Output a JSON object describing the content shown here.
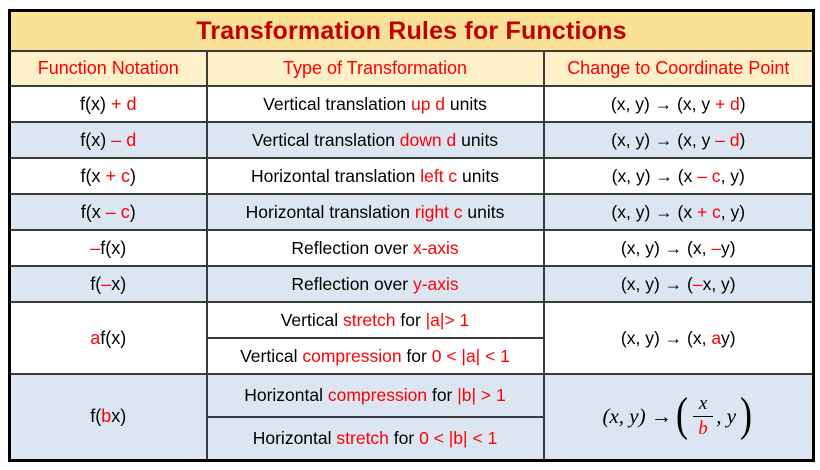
{
  "title": "Transformation Rules for Functions",
  "columns": [
    "Function Notation",
    "Type of Transformation",
    "Change to Coordinate Point"
  ],
  "colors": {
    "title_text": "#C00000",
    "header_text": "#FF0000",
    "accent_red": "#FF0000",
    "title_bg": "#FBE098",
    "header_bg": "#FEF0C9",
    "row_blue": "#DCE6F2",
    "row_white": "#FFFFFF",
    "grid_border": "#3B3B3B",
    "outer_border": "#000000"
  },
  "rows": [
    {
      "shade": "white",
      "notation": [
        {
          "t": "f(x) "
        },
        {
          "t": "+ d",
          "red": true
        }
      ],
      "transformations": [
        [
          {
            "t": "Vertical translation "
          },
          {
            "t": "up d",
            "red": true
          },
          {
            "t": " units"
          }
        ]
      ],
      "coordinate": [
        {
          "t": "(x, y) → (x, y "
        },
        {
          "t": "+ d",
          "red": true
        },
        {
          "t": ")"
        }
      ]
    },
    {
      "shade": "blue",
      "notation": [
        {
          "t": "f(x) "
        },
        {
          "t": "– d",
          "red": true
        }
      ],
      "transformations": [
        [
          {
            "t": "Vertical translation "
          },
          {
            "t": "down d",
            "red": true
          },
          {
            "t": " units"
          }
        ]
      ],
      "coordinate": [
        {
          "t": "(x, y) → (x, y "
        },
        {
          "t": "– d",
          "red": true
        },
        {
          "t": ")"
        }
      ]
    },
    {
      "shade": "white",
      "notation": [
        {
          "t": "f(x "
        },
        {
          "t": "+ c",
          "red": true
        },
        {
          "t": ")"
        }
      ],
      "transformations": [
        [
          {
            "t": "Horizontal translation "
          },
          {
            "t": "left c",
            "red": true
          },
          {
            "t": " units"
          }
        ]
      ],
      "coordinate": [
        {
          "t": "(x, y) → (x "
        },
        {
          "t": "– c",
          "red": true
        },
        {
          "t": ", y)"
        }
      ]
    },
    {
      "shade": "blue",
      "notation": [
        {
          "t": "f(x "
        },
        {
          "t": "– c",
          "red": true
        },
        {
          "t": ")"
        }
      ],
      "transformations": [
        [
          {
            "t": "Horizontal translation "
          },
          {
            "t": "right c",
            "red": true
          },
          {
            "t": " units"
          }
        ]
      ],
      "coordinate": [
        {
          "t": "(x, y) → (x "
        },
        {
          "t": "+ c",
          "red": true
        },
        {
          "t": ", y)"
        }
      ]
    },
    {
      "shade": "white",
      "notation": [
        {
          "t": "–",
          "red": true
        },
        {
          "t": "f(x)"
        }
      ],
      "transformations": [
        [
          {
            "t": "Reflection over "
          },
          {
            "t": "x-axis",
            "red": true
          }
        ]
      ],
      "coordinate": [
        {
          "t": "(x, y) → (x, "
        },
        {
          "t": "–",
          "red": true
        },
        {
          "t": "y)"
        }
      ]
    },
    {
      "shade": "blue",
      "notation": [
        {
          "t": "f("
        },
        {
          "t": "–",
          "red": true
        },
        {
          "t": "x)"
        }
      ],
      "transformations": [
        [
          {
            "t": "Reflection over "
          },
          {
            "t": "y-axis",
            "red": true
          }
        ]
      ],
      "coordinate": [
        {
          "t": "(x, y) → ("
        },
        {
          "t": "–",
          "red": true
        },
        {
          "t": "x, y)"
        }
      ]
    },
    {
      "shade": "white",
      "notation": [
        {
          "t": "a",
          "red": true
        },
        {
          "t": "f(x)"
        }
      ],
      "transformations": [
        [
          {
            "t": "Vertical "
          },
          {
            "t": "stretch",
            "red": true
          },
          {
            "t": " for "
          },
          {
            "t": "|a|> 1",
            "red": true
          }
        ],
        [
          {
            "t": "Vertical "
          },
          {
            "t": "compression",
            "red": true
          },
          {
            "t": " for "
          },
          {
            "t": "0 < |a| < 1",
            "red": true
          }
        ]
      ],
      "coordinate": [
        {
          "t": "(x, y) → (x, "
        },
        {
          "t": "a",
          "red": true
        },
        {
          "t": "y)"
        }
      ]
    },
    {
      "shade": "blue",
      "tall": true,
      "notation": [
        {
          "t": "f("
        },
        {
          "t": "b",
          "red": true
        },
        {
          "t": "x)"
        }
      ],
      "transformations": [
        [
          {
            "t": "Horizontal "
          },
          {
            "t": "compression",
            "red": true
          },
          {
            "t": " for "
          },
          {
            "t": "|b| > 1",
            "red": true
          }
        ],
        [
          {
            "t": "Horizontal "
          },
          {
            "t": "stretch",
            "red": true
          },
          {
            "t": " for "
          },
          {
            "t": "0 < |b| < 1",
            "red": true
          }
        ]
      ],
      "math": {
        "prefix": "(x, y) → ",
        "open_paren": "(",
        "numerator": "x",
        "denominator": "b",
        "suffix": ", y",
        "close_paren": ")"
      }
    }
  ]
}
